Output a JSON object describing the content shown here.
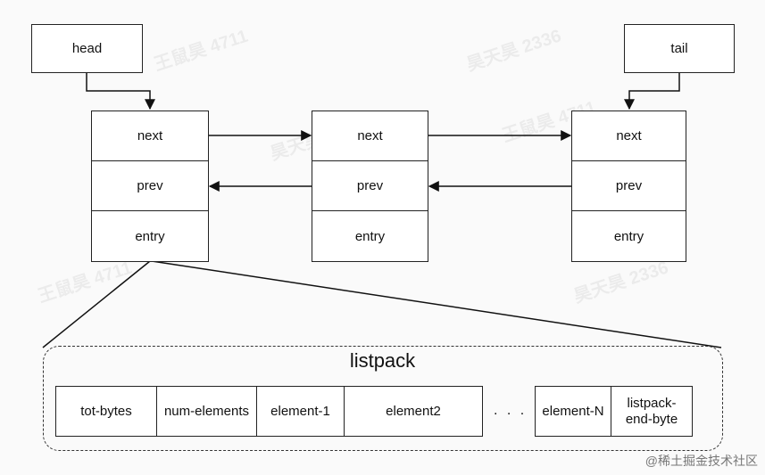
{
  "head_label": "head",
  "tail_label": "tail",
  "nodes": [
    {
      "next": "next",
      "prev": "prev",
      "entry": "entry"
    },
    {
      "next": "next",
      "prev": "prev",
      "entry": "entry"
    },
    {
      "next": "next",
      "prev": "prev",
      "entry": "entry"
    }
  ],
  "listpack": {
    "title": "listpack",
    "fields": [
      "tot-bytes",
      "num-elements",
      "element-1",
      "element2"
    ],
    "ellipsis": ". . .",
    "tail_fields": [
      "element-N",
      "listpack-end-byte"
    ]
  },
  "watermarks": [
    "王鼠昊 4711",
    "昊天昊 2336"
  ],
  "credit": "@稀土掘金技术社区"
}
